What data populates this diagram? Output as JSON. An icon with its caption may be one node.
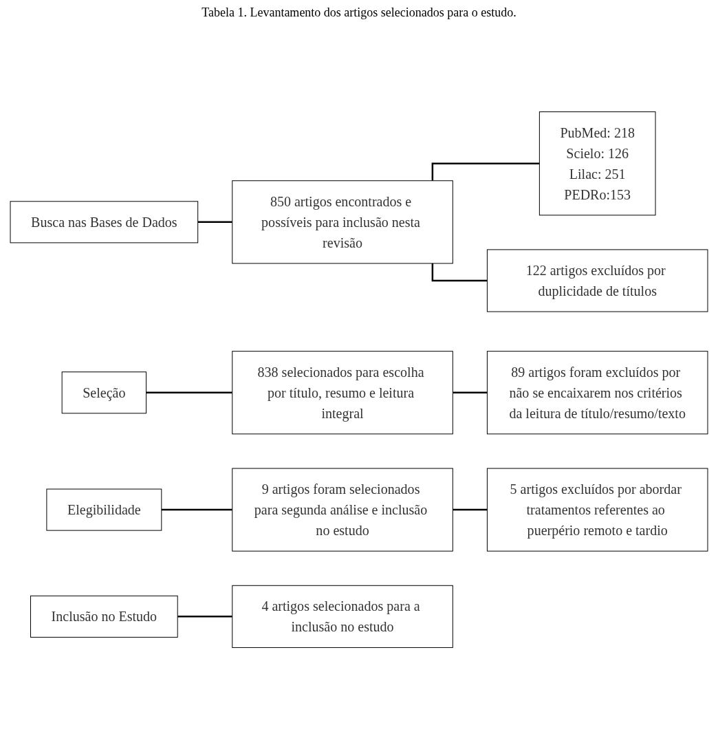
{
  "diagram": {
    "title": "Tabela 1. Levantamento dos artigos selecionados para o estudo.",
    "nodes": [
      {
        "text": [
          "Busca nas Bases de Dados"
        ]
      },
      {
        "text": [
          "850 artigos encontrados e possíveis para inclusão nesta revisão"
        ]
      },
      {
        "text": [
          "PubMed: 218",
          "Scielo: 126",
          "Lilac: 251",
          "PEDRo:153"
        ]
      },
      {
        "text": [
          "122 artigos excluídos por duplicidade de títulos"
        ]
      },
      {
        "text": [
          "Seleção"
        ]
      },
      {
        "text": [
          "838 selecionados para escolha por título, resumo e leitura integral"
        ]
      },
      {
        "text": [
          "89 artigos foram excluídos por não se encaixarem nos critérios da leitura de título/resumo/texto"
        ]
      },
      {
        "text": [
          "Elegibilidade"
        ]
      },
      {
        "text": [
          "9 artigos foram selecionados para segunda análise e inclusão no estudo"
        ]
      },
      {
        "text": [
          "5 artigos excluídos por abordar tratamentos referentes ao puerpério remoto e tardio"
        ]
      },
      {
        "text": [
          "Inclusão no Estudo"
        ]
      },
      {
        "text": [
          "4 artigos selecionados para a inclusão no estudo"
        ]
      }
    ],
    "edges": [
      {
        "from": 0,
        "to": 1,
        "arrow": "none"
      },
      {
        "from": 1,
        "to": 2,
        "arrow": "none"
      },
      {
        "from": 1,
        "to": 3,
        "arrow": "none"
      },
      {
        "from": 4,
        "to": 5,
        "arrow": "none"
      },
      {
        "from": 5,
        "to": 6,
        "arrow": "none"
      },
      {
        "from": 7,
        "to": 8,
        "arrow": "none"
      },
      {
        "from": 8,
        "to": 9,
        "arrow": "none"
      },
      {
        "from": 10,
        "to": 11,
        "arrow": "none"
      }
    ]
  }
}
